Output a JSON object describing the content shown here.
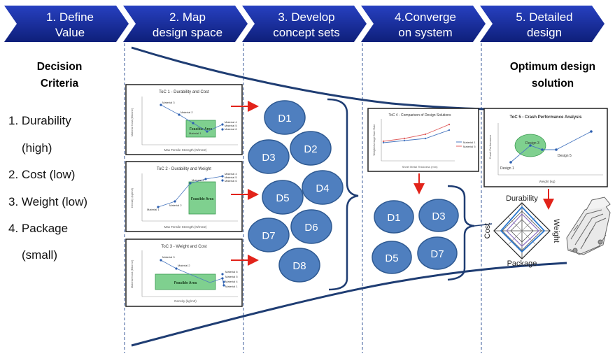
{
  "steps": [
    {
      "line1": "1. Define",
      "line2": "Value"
    },
    {
      "line1": "2. Map",
      "line2": "design space"
    },
    {
      "line1": "3. Develop",
      "line2": "concept sets"
    },
    {
      "line1": "4.Converge",
      "line2": "on system"
    },
    {
      "line1": "5. Detailed",
      "line2": "design"
    }
  ],
  "criteria": {
    "heading_line1": "Decision",
    "heading_line2": "Criteria",
    "items": [
      "1. Durability",
      "(high)",
      "2. Cost (low)",
      "3. Weight (low)",
      "4. Package",
      "(small)"
    ]
  },
  "optimum": {
    "line1": "Optimum design",
    "line2": "solution"
  },
  "toc1": {
    "title": "ToC 1 - Durability and Cost",
    "ylabel": "Material Cost ($/tonne)",
    "xlabel": "Max Tensile Strength (N/mm2)",
    "feasible": "Feasible Area",
    "materials": [
      "Material 3",
      "Material 2",
      "Material 1",
      "Material 4",
      "Material 5",
      "Material 6"
    ]
  },
  "toc2": {
    "title": "ToC 2 - Durability and Weight",
    "ylabel": "Density (kg/m3)",
    "xlabel": "Max Tensile Strength (N/mm2)",
    "feasible": "Feasible Area",
    "materials": [
      "Material 1",
      "Material 2",
      "Material 3",
      "Material 4",
      "Material 5",
      "Material 6"
    ]
  },
  "toc3": {
    "title": "ToC 3 - Weight and Cost",
    "ylabel": "Material Cost ($/tonne)",
    "xlabel": "Density (kg/m3)",
    "feasible": "Feasible Area",
    "materials": [
      "Material 3",
      "Material 2",
      "Material 6",
      "Material 5",
      "Material 4",
      "Material 1"
    ]
  },
  "toc4": {
    "title": "ToC 4 - Comparison of Design Solutions",
    "ylabel": "Weight/Average Bare Rate",
    "xlabel": "Sheet Metal Thickness (mm)",
    "legend": [
      "Material 1",
      "Material 5"
    ]
  },
  "toc5": {
    "title": "ToC 5 - Crash Performance Analysis",
    "ylabel": "Crash Performance",
    "xlabel": "Weight (kg)",
    "labels": [
      "Design 3",
      "Design 5",
      "Design 1"
    ]
  },
  "concepts": [
    "D1",
    "D3",
    "D2",
    "D5",
    "D4",
    "D7",
    "D6",
    "D8"
  ],
  "converged": [
    "D1",
    "D3",
    "D5",
    "D7"
  ],
  "radar": {
    "top": "Durability",
    "right": "Weight",
    "bottom": "Package",
    "left": "Cost"
  },
  "colors": {
    "step_fill": "#1a2fa0",
    "circle_fill": "#4f7fbf",
    "circle_stroke": "#2f5a92",
    "funnel": "#1f3d73",
    "arrow": "#e2231a",
    "feasible": "#7fd08f",
    "dashed": "#3a5a9a"
  }
}
